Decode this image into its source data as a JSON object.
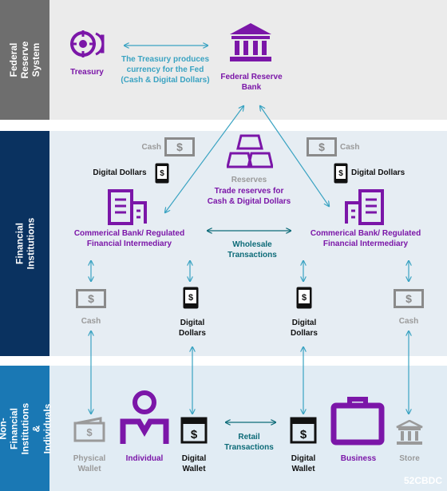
{
  "bands": {
    "fed": {
      "label": "Federal Reserve System"
    },
    "fi": {
      "label": "Financial Institutions"
    },
    "nfi": {
      "label": "Non-Financial Institutions & Individuals"
    }
  },
  "fed": {
    "treasury": "Treasury",
    "note": "The Treasury produces currency for the Fed (Cash & Digital Dollars)",
    "bank": "Federal Reserve Bank"
  },
  "fi": {
    "cash_left": "Cash",
    "dd_left": "Digital Dollars",
    "cash_right": "Cash",
    "dd_right": "Digital Dollars",
    "reserves_title": "Reserves",
    "reserves_note": "Trade reserves for Cash & Digital Dollars",
    "bank_left": "Commerical Bank/ Regulated Financial Intermediary",
    "bank_right": "Commerical Bank/ Regulated Financial Intermediary",
    "wholesale": "Wholesale Transactions",
    "lower_cash_left": "Cash",
    "lower_dd_left": "Digital Dollars",
    "lower_dd_right": "Digital Dollars",
    "lower_cash_right": "Cash"
  },
  "nfi": {
    "physical_wallet": "Physical Wallet",
    "individual": "Individual",
    "wallet_left": "Digital Wallet",
    "retail": "Retail Transactions",
    "wallet_right": "Digital Wallet",
    "business": "Business",
    "store": "Store"
  },
  "watermark": "52CBDC",
  "colors": {
    "purple": "#7b16a8",
    "teal": "#3aa3c2",
    "fed_band": "#6e6e6e",
    "fi_band": "#0a3260",
    "nfi_band": "#1a78b4"
  }
}
